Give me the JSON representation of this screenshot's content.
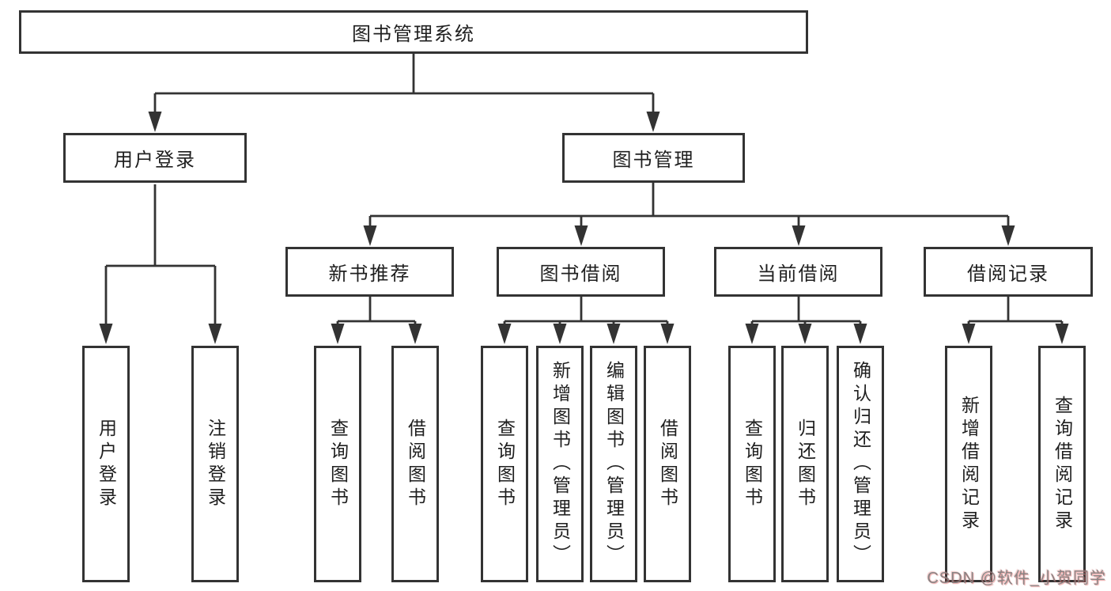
{
  "diagram": {
    "title": "图书管理系统",
    "level2": [
      {
        "label": "用户登录"
      },
      {
        "label": "图书管理"
      }
    ],
    "level3": [
      {
        "label": "新书推荐",
        "parent": "图书管理"
      },
      {
        "label": "图书借阅",
        "parent": "图书管理"
      },
      {
        "label": "当前借阅",
        "parent": "图书管理"
      },
      {
        "label": "借阅记录",
        "parent": "图书管理"
      }
    ],
    "leaves": [
      {
        "label": "用户登录",
        "parent": "用户登录"
      },
      {
        "label": "注销登录",
        "parent": "用户登录"
      },
      {
        "label": "查询图书",
        "parent": "新书推荐"
      },
      {
        "label": "借阅图书",
        "parent": "新书推荐"
      },
      {
        "label": "查询图书",
        "parent": "图书借阅"
      },
      {
        "label": "新增图书（管理员）",
        "parent": "图书借阅"
      },
      {
        "label": "编辑图书（管理员）",
        "parent": "图书借阅"
      },
      {
        "label": "借阅图书",
        "parent": "图书借阅"
      },
      {
        "label": "查询图书",
        "parent": "当前借阅"
      },
      {
        "label": "归还图书",
        "parent": "当前借阅"
      },
      {
        "label": "确认归还（管理员）",
        "parent": "当前借阅"
      },
      {
        "label": "新增借阅记录",
        "parent": "借阅记录"
      },
      {
        "label": "查询借阅记录",
        "parent": "借阅记录"
      }
    ]
  },
  "watermark": "CSDN @软件_小贺同学",
  "colors": {
    "line": "#333333",
    "text": "#1f1f1f",
    "background": "#ffffff",
    "watermark_gray": "#7d7d7d",
    "watermark_red": "#de6060"
  }
}
